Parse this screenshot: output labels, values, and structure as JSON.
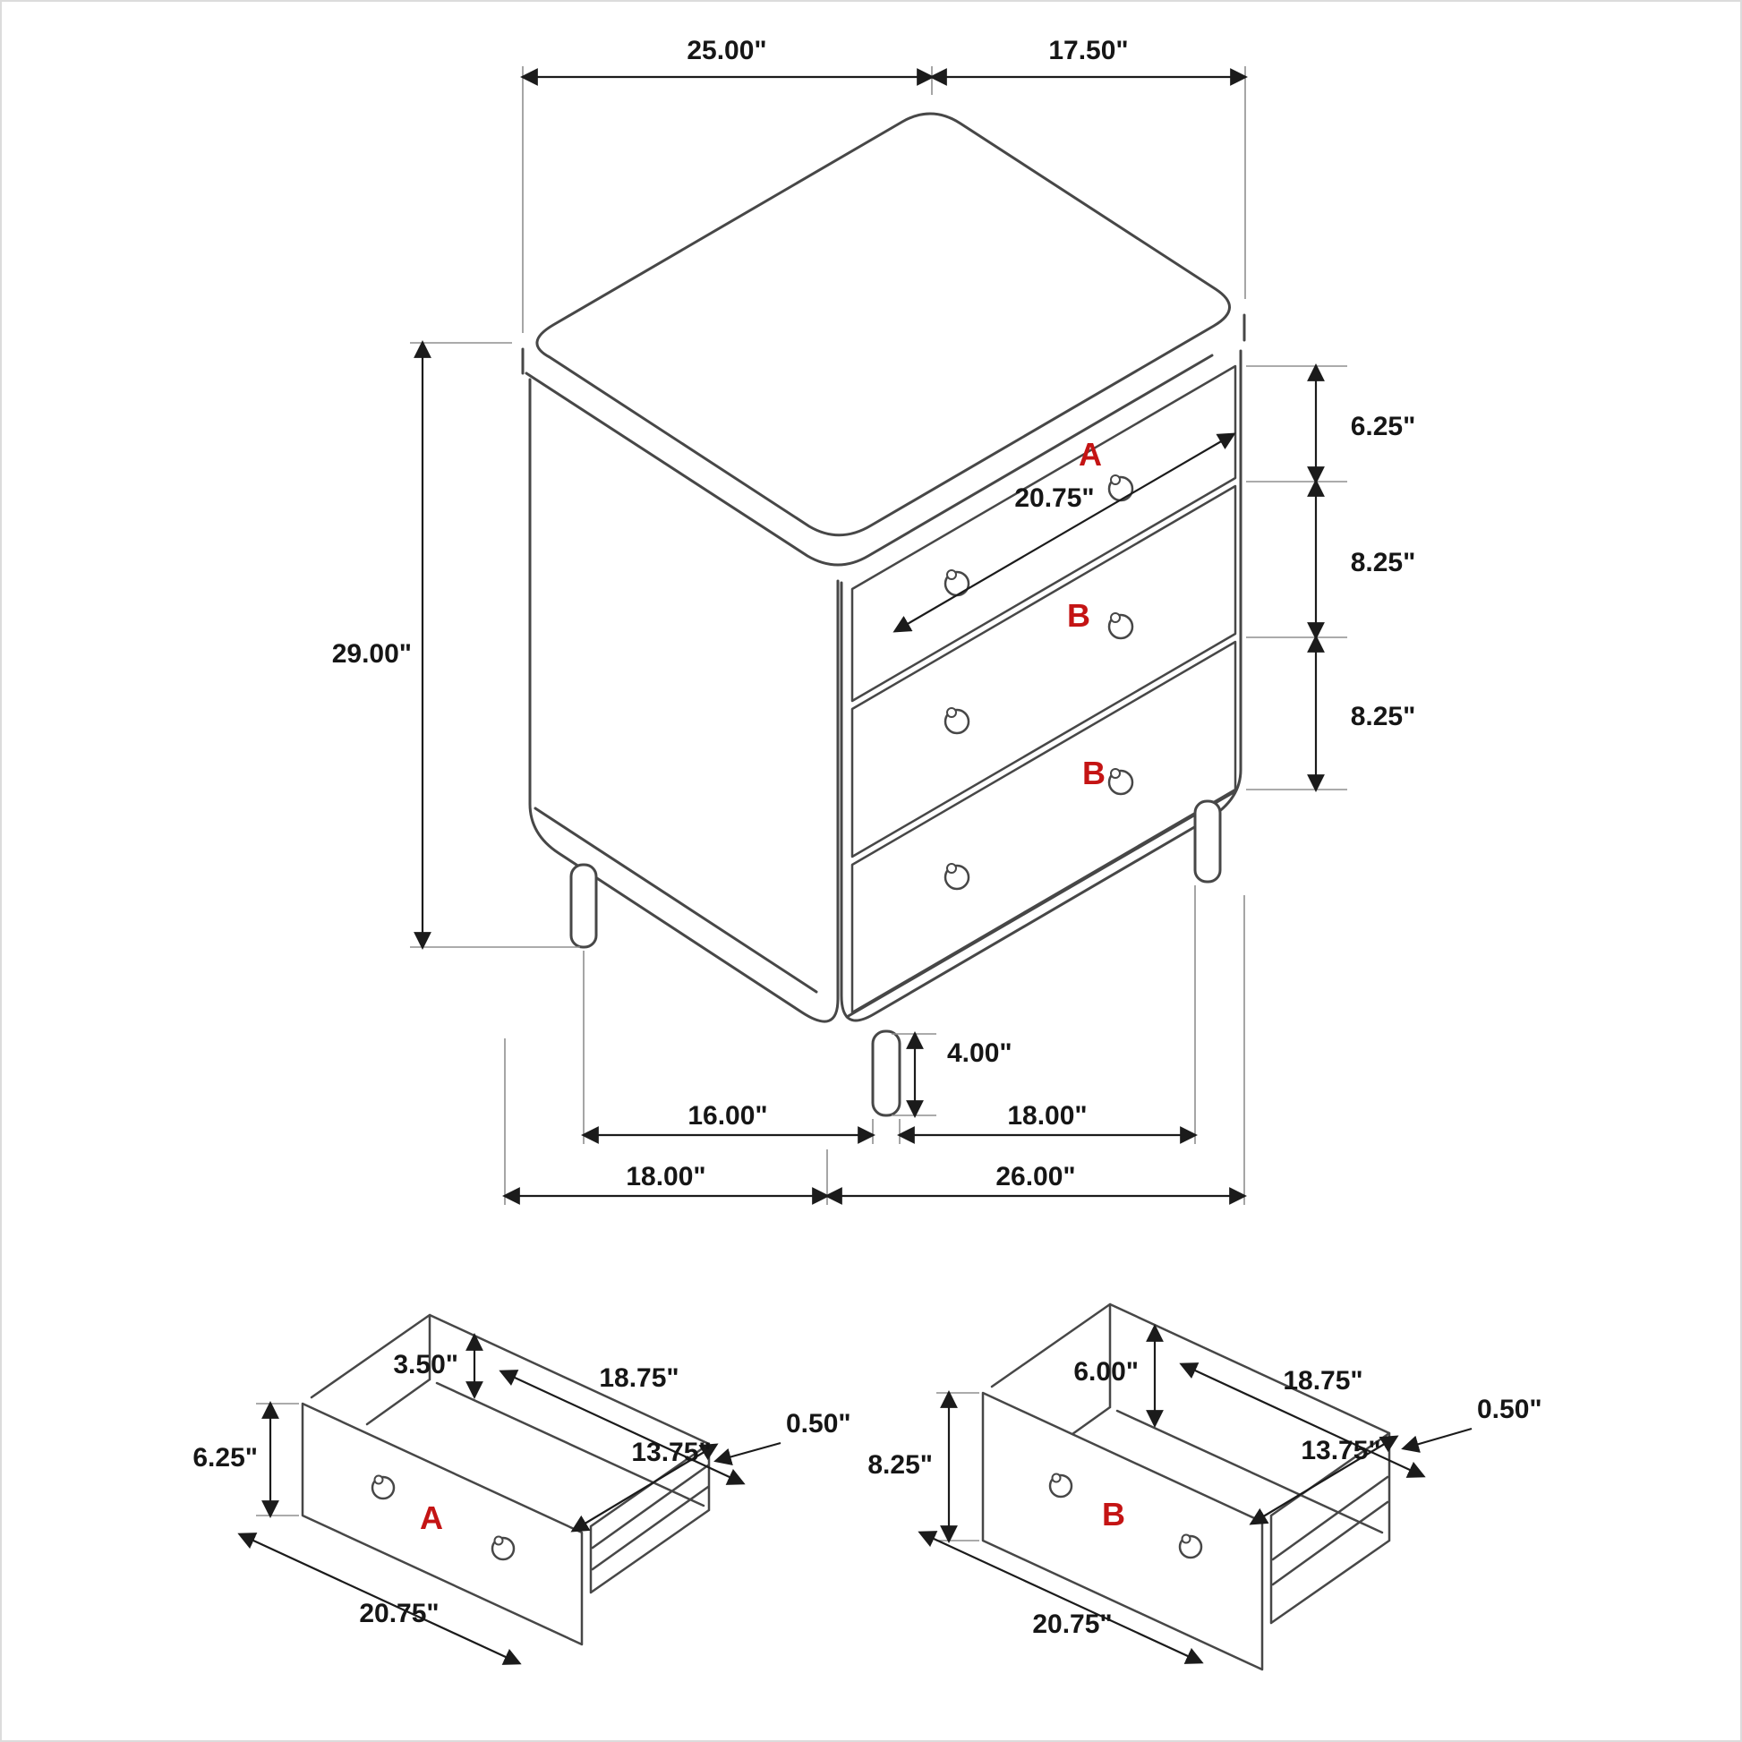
{
  "diagram": {
    "type": "furniture-dimension-drawing",
    "subject": "3-drawer chest with two drawer detail views",
    "colors": {
      "line": "#474747",
      "dim_text": "#161616",
      "drawer_letter": "#c41414",
      "extension": "#8f8f8f",
      "background": "#ffffff"
    }
  },
  "main": {
    "top_width": "25.00\"",
    "top_depth": "17.50\"",
    "drawer1_height": "6.25\"",
    "drawer2_height": "8.25\"",
    "drawer3_height": "8.25\"",
    "overall_height": "29.00\"",
    "drawer_width": "20.75\"",
    "leg_height": "4.00\"",
    "leg_span_depth": "16.00\"",
    "leg_span_width": "18.00\"",
    "overall_depth": "18.00\"",
    "overall_width": "26.00\"",
    "label_a": "A",
    "label_b1": "B",
    "label_b2": "B"
  },
  "drawer_a": {
    "letter": "A",
    "back_height": "3.50\"",
    "inner_width": "18.75\"",
    "front_height": "6.25\"",
    "wall_thickness": "0.50\"",
    "inner_depth": "13.75\"",
    "front_width": "20.75\""
  },
  "drawer_b": {
    "letter": "B",
    "back_height": "6.00\"",
    "inner_width": "18.75\"",
    "front_height": "8.25\"",
    "wall_thickness": "0.50\"",
    "inner_depth": "13.75\"",
    "front_width": "20.75\""
  }
}
